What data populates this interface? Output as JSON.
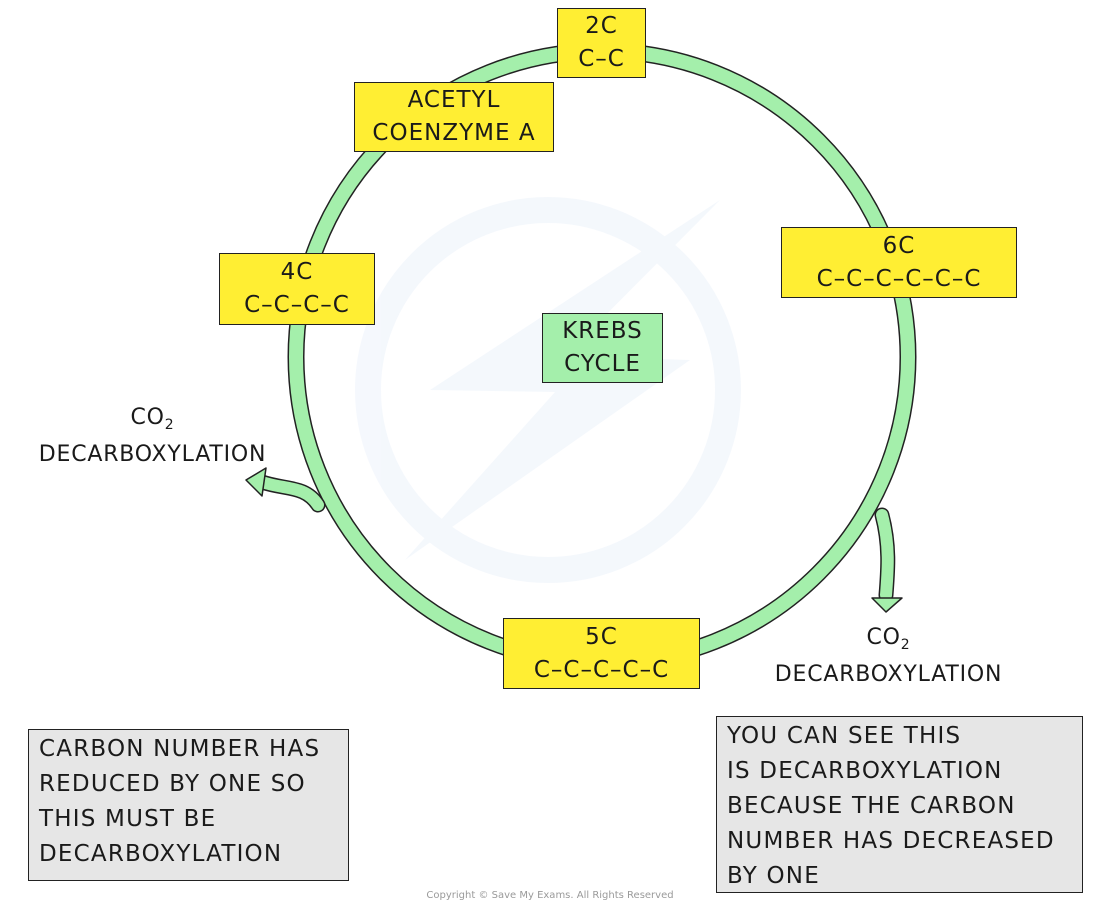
{
  "center": {
    "line1": "KREBS",
    "line2": "CYCLE"
  },
  "stages": {
    "two_c": {
      "count": "2C",
      "chain": "C–C"
    },
    "acetyl": {
      "line1": "ACETYL",
      "line2": "COENZYME A"
    },
    "six_c": {
      "count": "6C",
      "chain": "C–C–C–C–C–C"
    },
    "five_c": {
      "count": "5C",
      "chain": "C–C–C–C–C"
    },
    "four_c": {
      "count": "4C",
      "chain": "C–C–C–C"
    }
  },
  "decarboxylation_labels": {
    "left": {
      "co": "CO",
      "sub": "2",
      "text": "DECARBOXYLATION"
    },
    "right": {
      "co": "CO",
      "sub": "2",
      "text": "DECARBOXYLATION"
    }
  },
  "notes": {
    "left_lines": [
      "CARBON NUMBER HAS",
      "REDUCED BY ONE SO",
      "THIS MUST BE",
      "DECARBOXYLATION"
    ],
    "right_lines": [
      "YOU CAN SEE THIS",
      "IS DECARBOXYLATION",
      "BECAUSE THE CARBON",
      "NUMBER HAS DECREASED",
      "BY ONE"
    ]
  },
  "copyright": "Copyright © Save My Exams. All Rights Reserved",
  "colors": {
    "cycle": "#a4efab",
    "stage_box": "#ffee33",
    "center_box": "#a4efab",
    "note_box": "#e6e6e6"
  }
}
